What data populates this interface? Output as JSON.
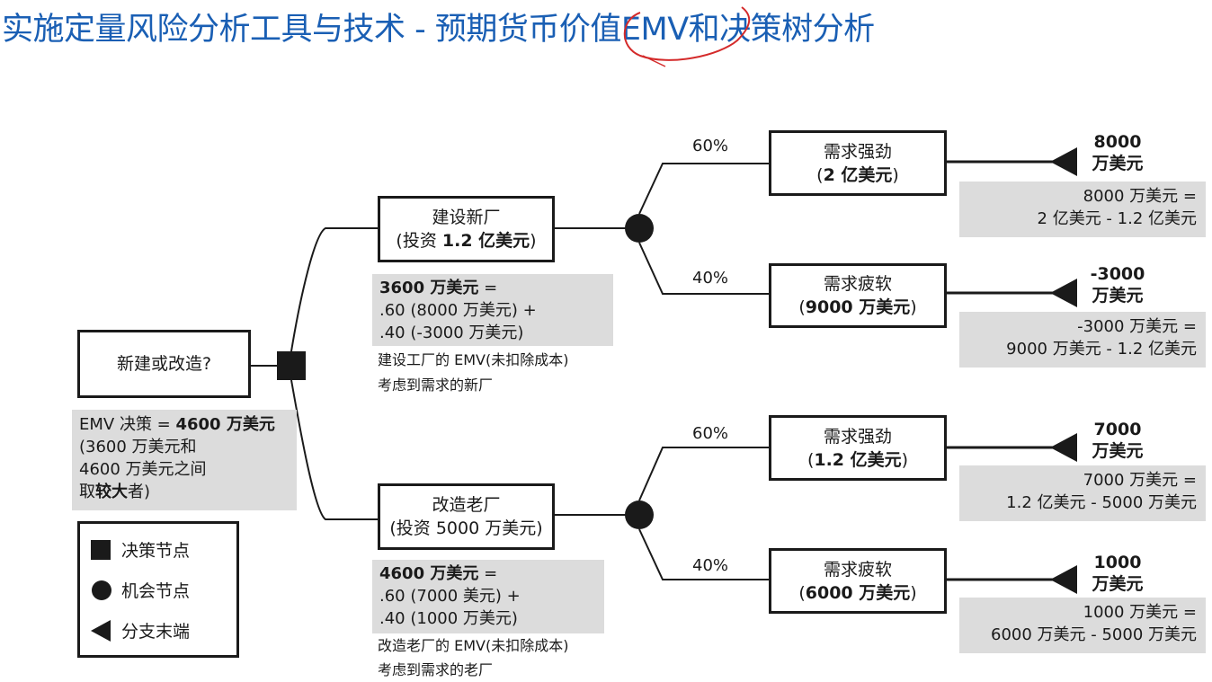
{
  "title": "实施定量风险分析工具与技术 - 预期货币价值EMV和决策树分析",
  "decision": {
    "label": "新建或改造?",
    "emv": {
      "prefix": "EMV 决策 = ",
      "bold": "4600 万美元",
      "line2": "(3600 万美元和",
      "line3": "4600 万美元之间",
      "line4_pre": "取",
      "line4_bold": "较大",
      "line4_post": "者)"
    }
  },
  "branches": {
    "new": {
      "name": "建设新厂",
      "invest_pre": "(投资 ",
      "invest_bold": "1.2 亿美元",
      "invest_post": ")",
      "emv_bold": "3600 万美元",
      "emv_eq": " =",
      "calc1": ".60 (8000 万美元) +",
      "calc2": ".40 (-3000 万美元)",
      "note1": "建设工厂的 EMV(未扣除成本)",
      "note2": "考虑到需求的新厂",
      "outcomes": [
        {
          "prob": "60%",
          "name": "需求强劲",
          "rev_pre": "(",
          "rev_bold": "2 亿美元",
          "rev_post": ")",
          "value_line1": "8000",
          "value_line2": "万美元",
          "calc1": "8000 万美元 =",
          "calc2": "2 亿美元 - 1.2 亿美元"
        },
        {
          "prob": "40%",
          "name": "需求疲软",
          "rev_pre": "(",
          "rev_bold": "9000 万美元",
          "rev_post": ")",
          "value_line1": "-3000",
          "value_line2": "万美元",
          "calc1": "-3000 万美元 =",
          "calc2": "9000 万美元 - 1.2 亿美元"
        }
      ]
    },
    "old": {
      "name": "改造老厂",
      "invest_pre": "(投资 ",
      "invest_bold": "",
      "invest_post": "5000 万美元)",
      "emv_bold": "4600 万美元",
      "emv_eq": " =",
      "calc1": ".60 (7000 美元) +",
      "calc2": ".40 (1000 万美元)",
      "note1": "改造老厂的 EMV(未扣除成本)",
      "note2": "考虑到需求的老厂",
      "outcomes": [
        {
          "prob": "60%",
          "name": "需求强劲",
          "rev_pre": "(",
          "rev_bold": "1.2 亿美元",
          "rev_post": ")",
          "value_line1": "7000",
          "value_line2": "万美元",
          "calc1": "7000 万美元 =",
          "calc2": "1.2 亿美元 - 5000 万美元"
        },
        {
          "prob": "40%",
          "name": "需求疲软",
          "rev_pre": "(",
          "rev_bold": "6000 万美元",
          "rev_post": ")",
          "value_line1": "1000",
          "value_line2": "万美元",
          "calc1": "1000 万美元 =",
          "calc2": "6000 万美元 - 5000 万美元"
        }
      ]
    }
  },
  "legend": {
    "decision_node": "决策节点",
    "chance_node": "机会节点",
    "branch_end": "分支末端"
  },
  "colors": {
    "title": "#1a5fb4",
    "annotation": "#d42a2a",
    "shade": "#dcdcdc",
    "line": "#1a1a1a"
  }
}
